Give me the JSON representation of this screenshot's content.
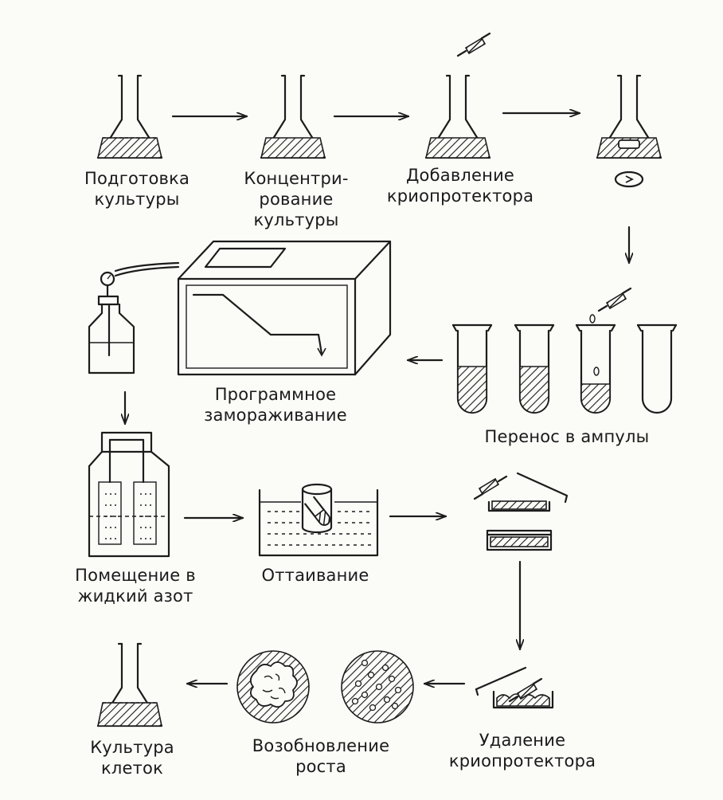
{
  "labels": {
    "prep": [
      "Подготовка",
      "культуры"
    ],
    "concentrate": [
      "Концентри-",
      "рование",
      "культуры"
    ],
    "add_cryo": [
      "Добавление",
      "криопротектора"
    ],
    "program_freeze": [
      "Программное",
      "замораживание"
    ],
    "transfer": [
      "Перенос в ампулы"
    ],
    "nitrogen": [
      "Помещение в",
      "жидкий азот"
    ],
    "thaw": [
      "Оттаивание"
    ],
    "remove_cryo": [
      "Удаление",
      "криопротектора"
    ],
    "regrowth": [
      "Возобновление",
      "роста"
    ],
    "cell_culture": [
      "Культура",
      "клеток"
    ]
  },
  "colors": {
    "ink": "#1c1c1c",
    "paper": "#fbfbf8"
  },
  "icons": {
    "flask": "erlenmeyer-flask-icon",
    "pipette": "pipette-icon",
    "rotation": "rotation-arrow-icon",
    "freezer": "programmable-freezer-icon",
    "dewar": "liquid-nitrogen-dewar-icon",
    "ampoule": "ampoule-icon",
    "water_bath": "water-bath-icon",
    "petri_dish": "petri-dish-icon",
    "arrow": "arrow-icon"
  }
}
